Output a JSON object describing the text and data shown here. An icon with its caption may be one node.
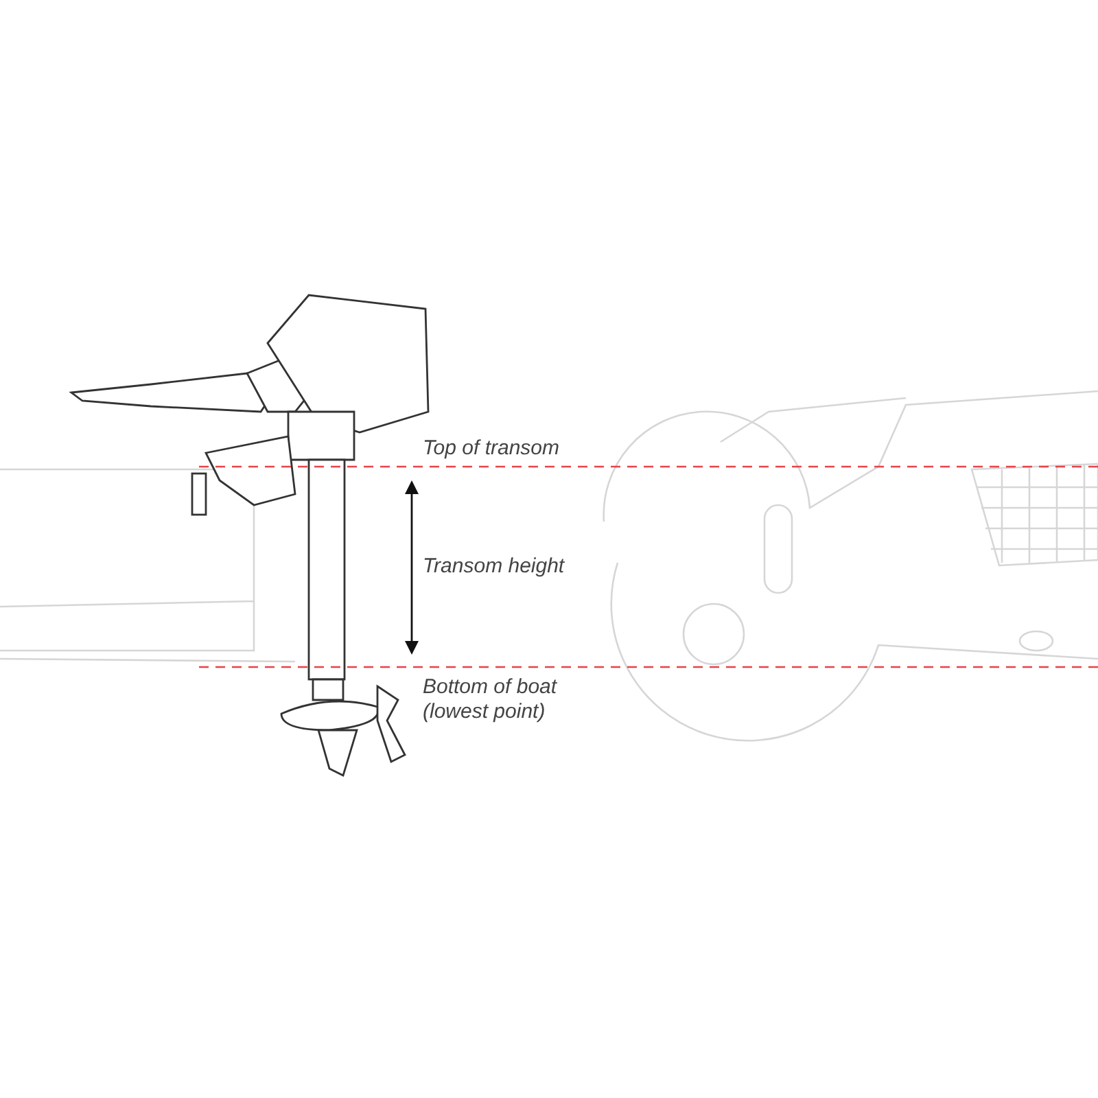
{
  "diagram": {
    "labels": [
      "Top of transom",
      "Transom height",
      "Bottom of boat (lowest point)"
    ]
  }
}
